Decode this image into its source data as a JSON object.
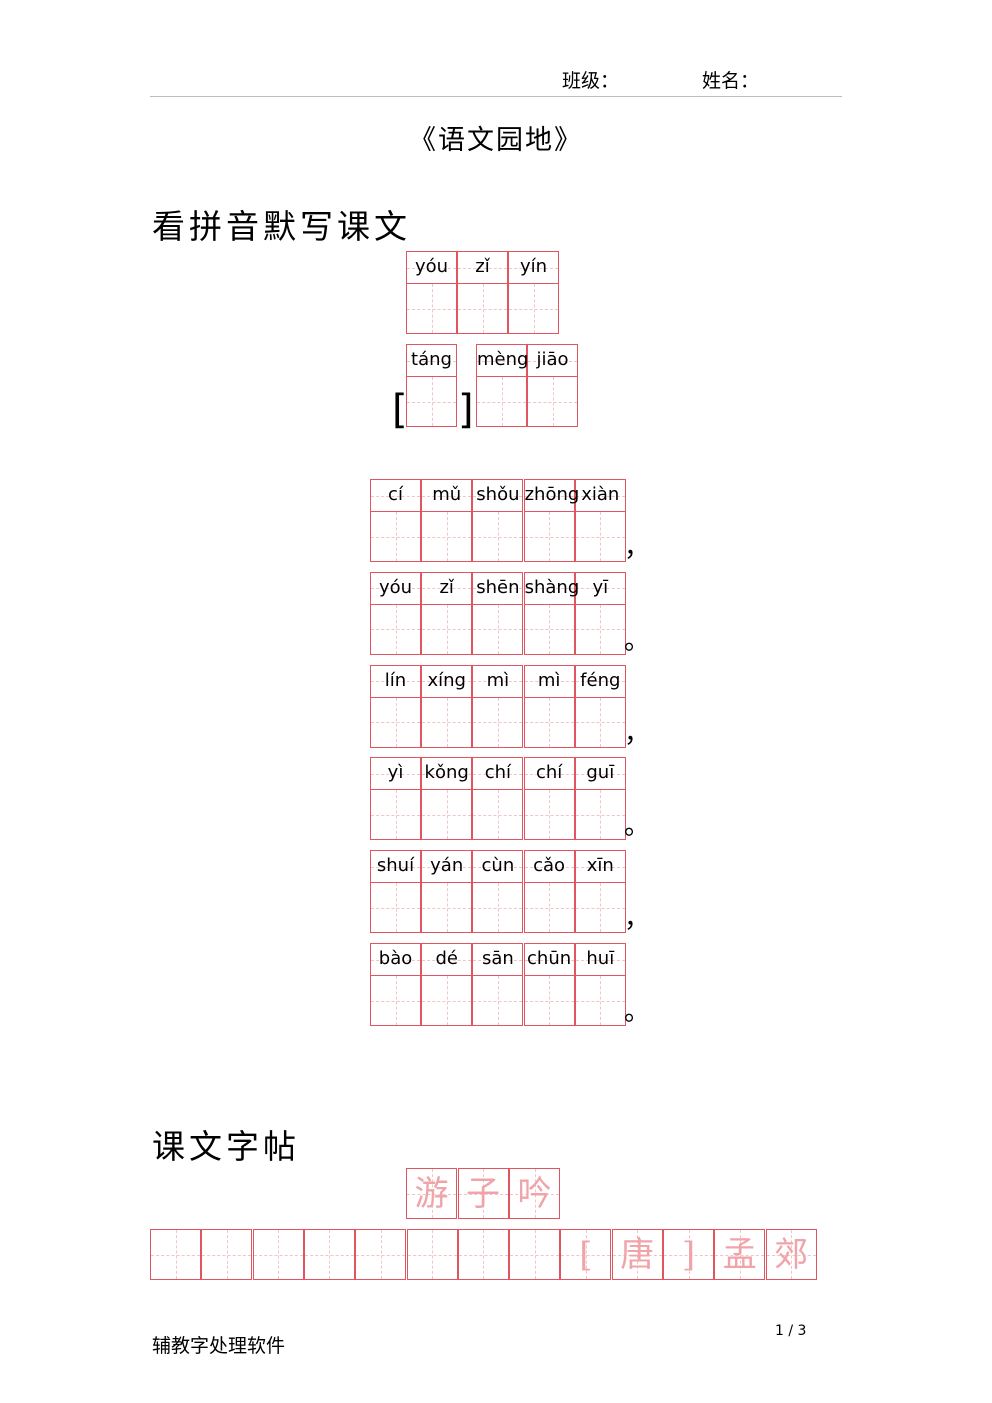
{
  "header": {
    "class_label": "班级：",
    "name_label": "姓名："
  },
  "title": "《语文园地》",
  "section1": "看拼音默写课文",
  "title_pinyin": [
    "yóu",
    "zǐ",
    "yín"
  ],
  "dynasty_pinyin": "táng",
  "author_pinyin": [
    "mèng",
    "jiāo"
  ],
  "lines": [
    {
      "pinyin": [
        "cí",
        "mǔ",
        "shǒu",
        "zhōng",
        "xiàn"
      ],
      "punct": "，"
    },
    {
      "pinyin": [
        "yóu",
        "zǐ",
        "shēn",
        "shàng",
        "yī"
      ],
      "punct": "。"
    },
    {
      "pinyin": [
        "lín",
        "xíng",
        "mì",
        "mì",
        "féng"
      ],
      "punct": "，"
    },
    {
      "pinyin": [
        "yì",
        "kǒng",
        "chí",
        "chí",
        "guī"
      ],
      "punct": "。"
    },
    {
      "pinyin": [
        "shuí",
        "yán",
        "cùn",
        "cǎo",
        "xīn"
      ],
      "punct": "，"
    },
    {
      "pinyin": [
        "bào",
        "dé",
        "sān",
        "chūn",
        "huī"
      ],
      "punct": "。"
    }
  ],
  "brackets": {
    "open": "[",
    "close": "]"
  },
  "section2": "课文字帖",
  "copy_title": [
    "游",
    "子",
    "吟"
  ],
  "copy_row": [
    "",
    "",
    "",
    "",
    "",
    "",
    "",
    "",
    "[",
    "唐",
    "]",
    "孟",
    "郊"
  ],
  "footer": {
    "left": "辅教字处理软件",
    "page": "1 / 3"
  }
}
